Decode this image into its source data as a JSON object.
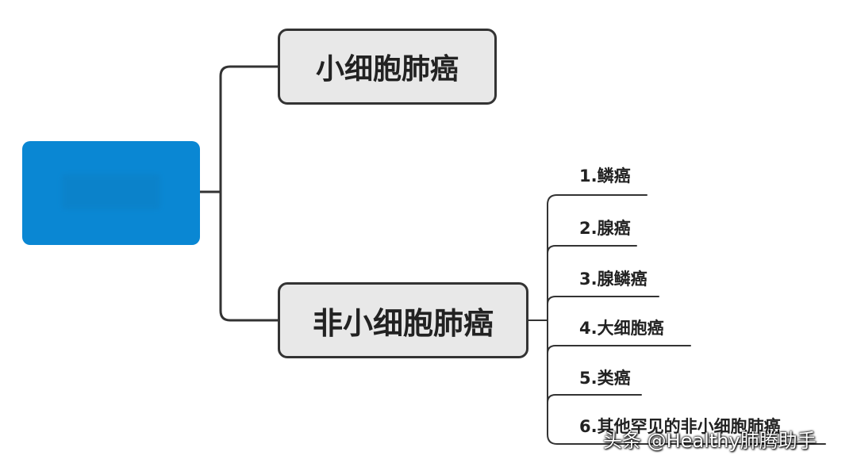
{
  "diagram": {
    "branches": [
      {
        "label": "小细胞肺癌"
      },
      {
        "label": "非小细胞肺癌"
      }
    ],
    "subtypes": [
      {
        "label": "1.鳞癌"
      },
      {
        "label": "2.腺癌"
      },
      {
        "label": "3.腺鳞癌"
      },
      {
        "label": "4.大细胞癌"
      },
      {
        "label": "5.类癌"
      },
      {
        "label": "6.其他罕见的非小细胞肺癌"
      }
    ]
  },
  "watermark": {
    "text": "头条 @Healthy肺腾助手"
  },
  "colors": {
    "root_fill": "#0a87d3",
    "branch_fill": "#e8e8e8",
    "line": "#333333"
  }
}
